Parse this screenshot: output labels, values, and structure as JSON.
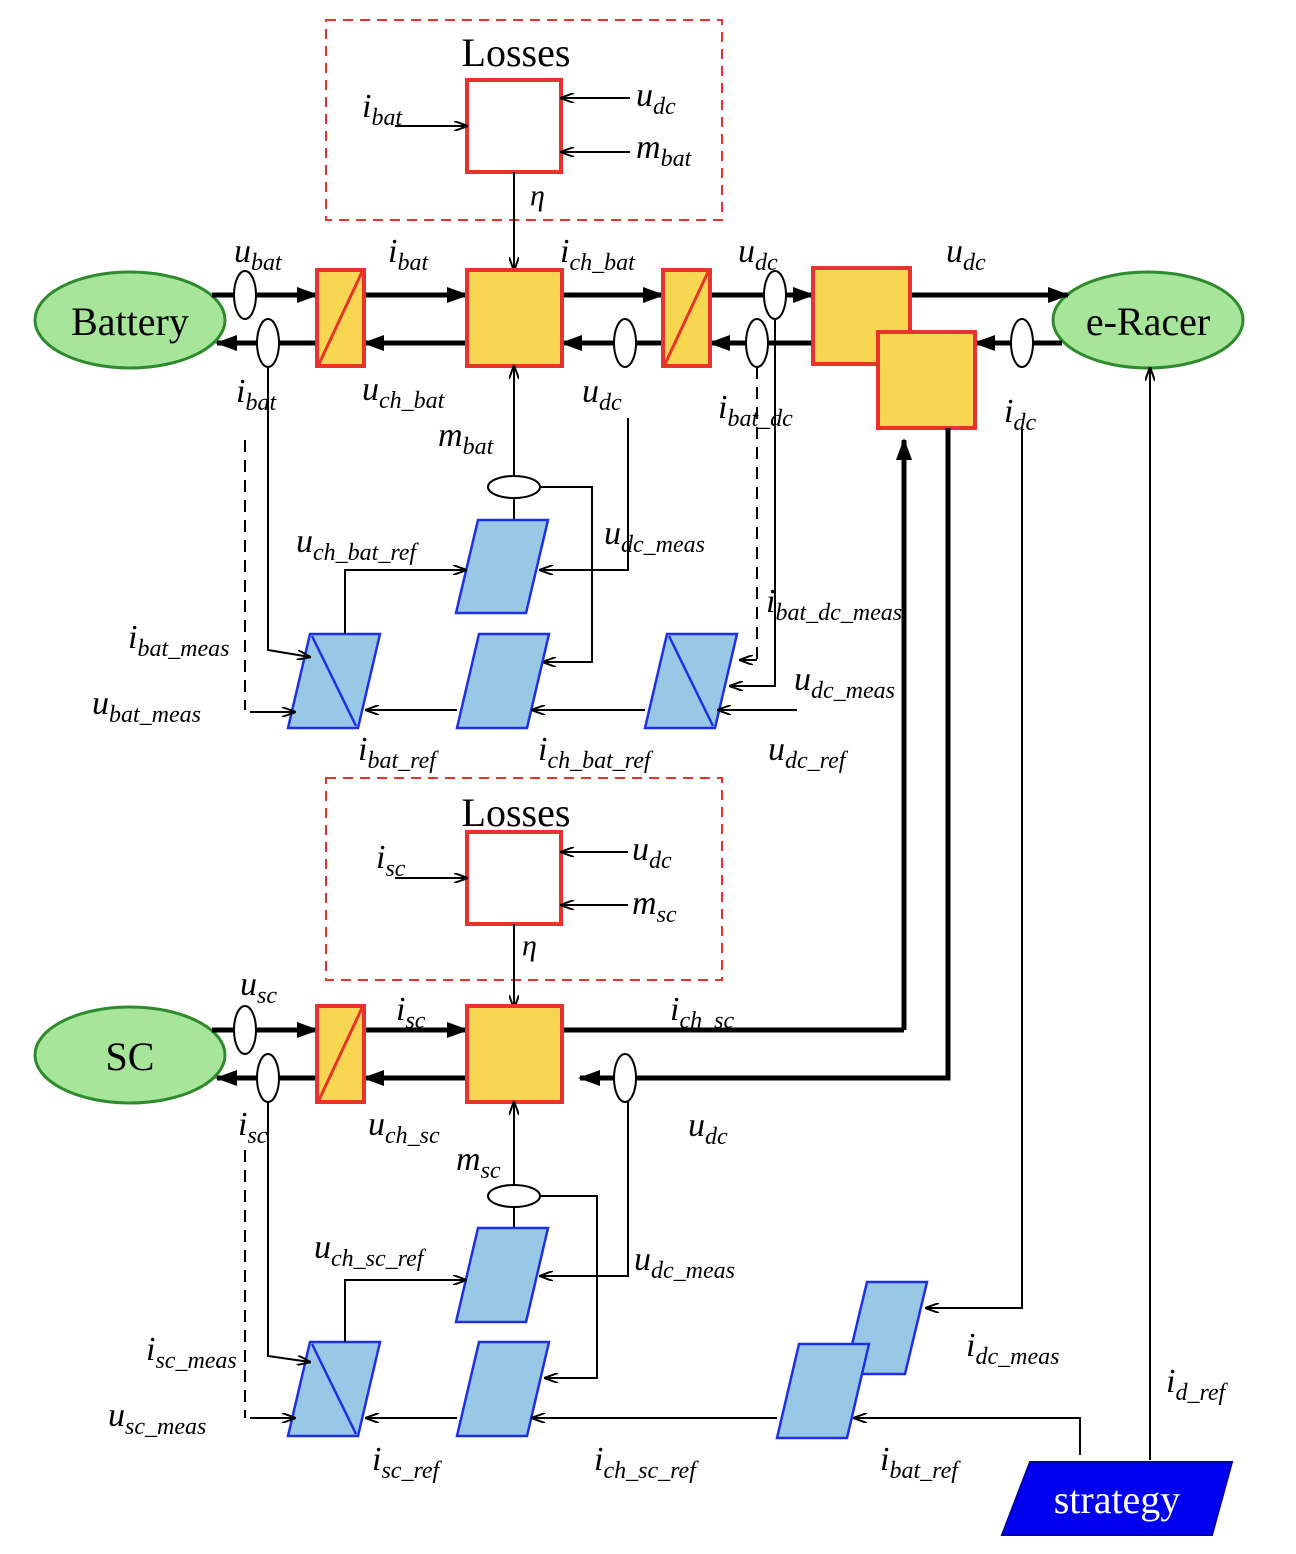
{
  "blocks": {
    "battery": "Battery",
    "eracer": "e-Racer",
    "sc": "SC",
    "strategy": "strategy",
    "losses_top": "Losses",
    "losses_bottom": "Losses"
  },
  "labels": {
    "top_loss_i": [
      "i",
      "bat"
    ],
    "top_loss_u": [
      "u",
      "dc"
    ],
    "top_loss_m": [
      "m",
      "bat"
    ],
    "top_eta": "η",
    "u_bat": [
      "u",
      "bat"
    ],
    "i_bat_top": [
      "i",
      "bat"
    ],
    "i_ch_bat": [
      "i",
      "ch_bat"
    ],
    "u_dc_top1": [
      "u",
      "dc"
    ],
    "u_dc_top2": [
      "u",
      "dc"
    ],
    "i_bat_left": [
      "i",
      "bat"
    ],
    "u_ch_bat": [
      "u",
      "ch_bat"
    ],
    "u_dc_mid": [
      "u",
      "dc"
    ],
    "i_bat_dc": [
      "i",
      "bat_dc"
    ],
    "i_dc": [
      "i",
      "dc"
    ],
    "m_bat": [
      "m",
      "bat"
    ],
    "u_ch_bat_ref": [
      "u",
      "ch_bat_ref"
    ],
    "u_dc_meas_1": [
      "u",
      "dc_meas"
    ],
    "i_bat_dc_meas": [
      "i",
      "bat_dc_meas"
    ],
    "i_bat_meas": [
      "i",
      "bat_meas"
    ],
    "u_dc_meas_2": [
      "u",
      "dc_meas"
    ],
    "u_bat_meas": [
      "u",
      "bat_meas"
    ],
    "i_bat_ref": [
      "i",
      "bat_ref"
    ],
    "i_ch_bat_ref": [
      "i",
      "ch_bat_ref"
    ],
    "u_dc_ref": [
      "u",
      "dc_ref"
    ],
    "bot_loss_i": [
      "i",
      "sc"
    ],
    "bot_loss_u": [
      "u",
      "dc"
    ],
    "bot_loss_m": [
      "m",
      "sc"
    ],
    "bot_eta": "η",
    "u_sc": [
      "u",
      "sc"
    ],
    "i_sc_top": [
      "i",
      "sc"
    ],
    "i_ch_sc": [
      "i",
      "ch_sc"
    ],
    "i_sc_left": [
      "i",
      "sc"
    ],
    "u_ch_sc": [
      "u",
      "ch_sc"
    ],
    "u_dc_bot": [
      "u",
      "dc"
    ],
    "m_sc": [
      "m",
      "sc"
    ],
    "u_ch_sc_ref": [
      "u",
      "ch_sc_ref"
    ],
    "u_dc_meas_3": [
      "u",
      "dc_meas"
    ],
    "i_dc_meas": [
      "i",
      "dc_meas"
    ],
    "i_sc_meas": [
      "i",
      "sc_meas"
    ],
    "i_d_ref": [
      "i",
      "d_ref"
    ],
    "u_sc_meas": [
      "u",
      "sc_meas"
    ],
    "i_sc_ref": [
      "i",
      "sc_ref"
    ],
    "i_ch_sc_ref": [
      "i",
      "ch_sc_ref"
    ],
    "i_bat_ref_2": [
      "i",
      "bat_ref"
    ]
  }
}
